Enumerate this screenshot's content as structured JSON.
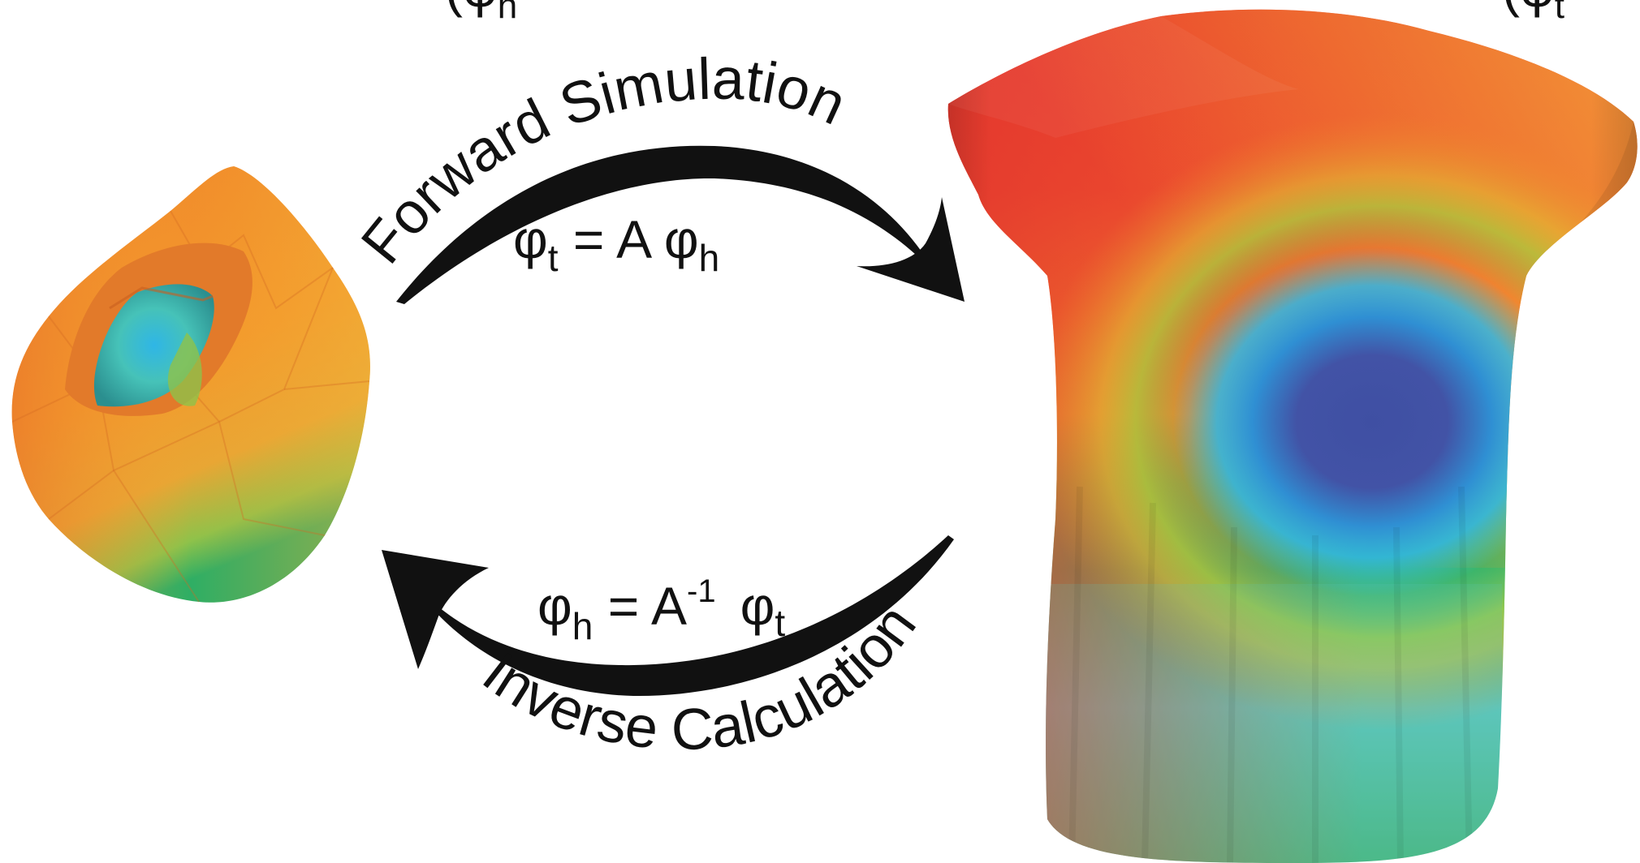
{
  "labels": {
    "heart_top": "(φ",
    "heart_top_sub": "h",
    "torso_top": "(φ",
    "torso_top_sub": "t",
    "forward": "Forward Simulation",
    "inverse": "Inverse Calculation"
  },
  "equations": {
    "forward": {
      "phi_left": "φ",
      "sub_left": "t",
      "op": " = A ",
      "phi_right": "φ",
      "sub_right": "h"
    },
    "inverse": {
      "phi_left": "φ",
      "sub_left": "h",
      "op": " = A",
      "sup": "-1",
      "phi_right": "φ",
      "sub_right": "t"
    }
  },
  "colors": {
    "arrow": "#111111",
    "red": "#e63a2e",
    "orange": "#f08a2a",
    "yellow_green": "#9cc93c",
    "green": "#3db56a",
    "teal": "#5cc6bd",
    "light_blue": "#2fb6e6",
    "dark_blue": "#3f4fa3"
  }
}
